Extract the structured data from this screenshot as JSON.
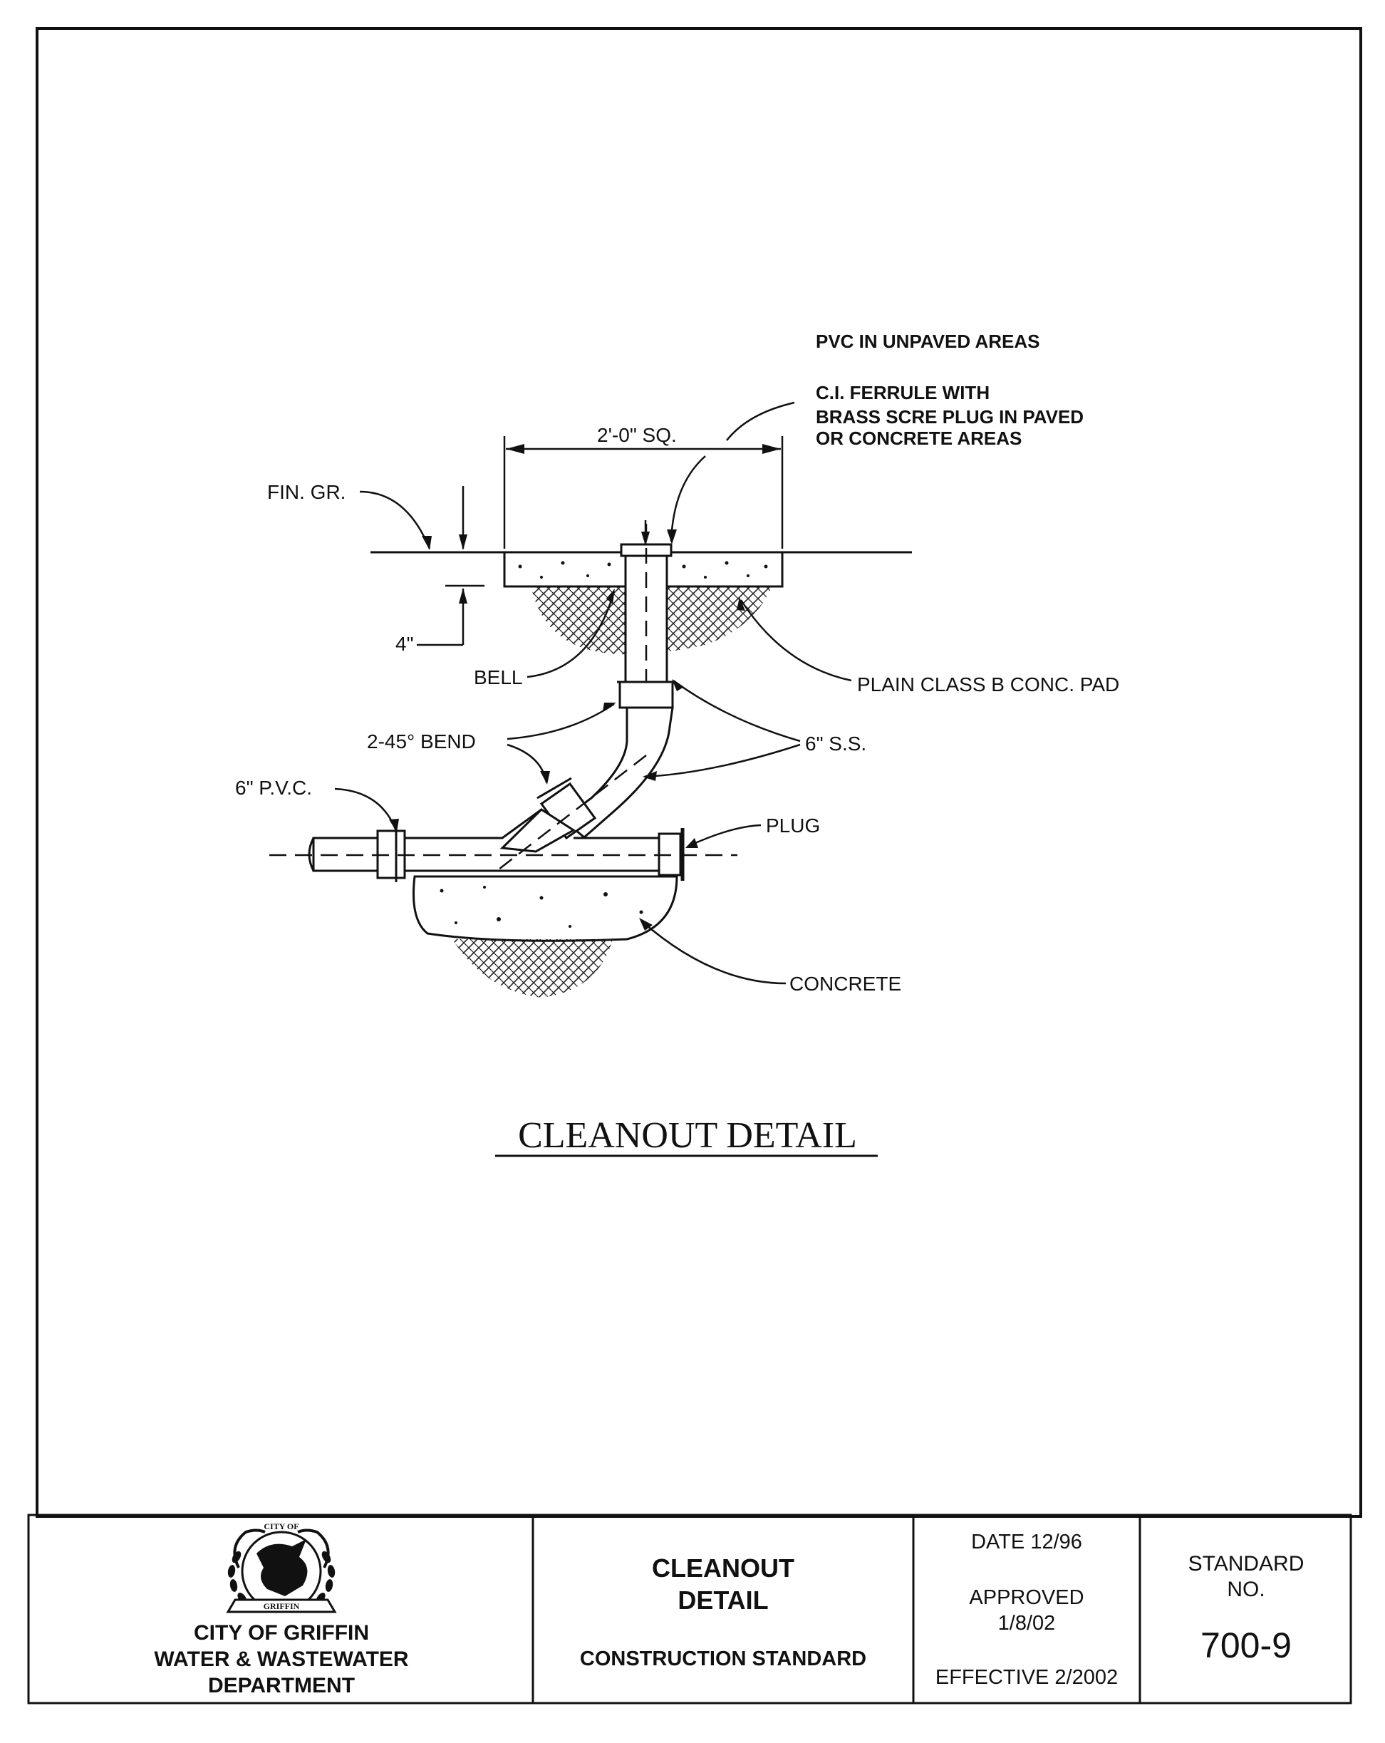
{
  "drawing": {
    "title": "CLEANOUT DETAIL",
    "callouts": {
      "pvc_unpaved": "PVC IN UNPAVED AREAS",
      "ferrule_line1": "C.I. FERRULE WITH",
      "ferrule_line2": "BRASS SCRE PLUG IN PAVED",
      "ferrule_line3": "OR CONCRETE AREAS",
      "pad_size": "2'-0\" SQ.",
      "fin_gr": "FIN. GR.",
      "depth": "4\"",
      "bell": "BELL",
      "plain_pad": "PLAIN CLASS B CONC. PAD",
      "bend": "2-45° BEND",
      "ss": "6\" S.S.",
      "pvc": "6\" P.V.C.",
      "plug": "PLUG",
      "concrete": "CONCRETE"
    }
  },
  "title_block": {
    "logo_top": "CITY OF",
    "logo_banner": "GRIFFIN",
    "org_line1": "CITY OF GRIFFIN",
    "org_line2": "WATER & WASTEWATER",
    "org_line3": "DEPARTMENT",
    "sheet_title_line1": "CLEANOUT",
    "sheet_title_line2": "DETAIL",
    "sheet_subtitle": "CONSTRUCTION STANDARD",
    "date": "DATE 12/96",
    "approved_label": "APPROVED",
    "approved_date": "1/8/02",
    "effective": "EFFECTIVE 2/2002",
    "standard_label_line1": "STANDARD",
    "standard_label_line2": "NO.",
    "standard_number": "700-9"
  }
}
